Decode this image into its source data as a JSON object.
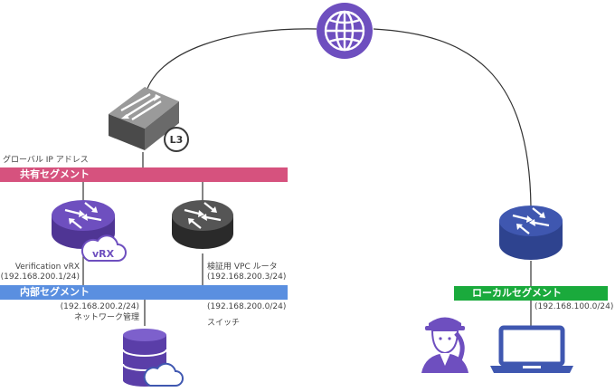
{
  "global_ip_label": "グローバル IP アドレス",
  "segments": {
    "shared": {
      "label": "共有セグメント",
      "color": "#d6527e"
    },
    "internal": {
      "label": "内部セグメント",
      "color": "#5a8fe0"
    },
    "local": {
      "label": "ローカルセグメント",
      "color": "#1aaa3c"
    }
  },
  "devices": {
    "l3_switch": {
      "badge": "L3"
    },
    "vrx_router": {
      "badge": "vRX",
      "name": "Verification vRX",
      "ip": "(192.168.200.1/24)",
      "color": "#6e4fbf"
    },
    "vpc_router": {
      "name": "検証用 VPC ルータ",
      "ip": "(192.168.200.3/24)",
      "color": "#3a3a3a"
    },
    "local_router": {
      "color": "#3f57b0"
    },
    "network_mgmt": {
      "ip": "(192.168.200.2/24)",
      "name": "ネットワーク管理",
      "color": "#6e4fbf"
    }
  },
  "internal_switch": {
    "ip": "(192.168.200.0/24)",
    "name": "スイッチ"
  },
  "local_network": {
    "ip": "(192.168.100.0/24)"
  },
  "colors": {
    "globe": "#6e4fbf",
    "user": "#6e4fbf",
    "laptop": "#3f57b0",
    "cloud": "#3f57b0",
    "line": "#333333"
  },
  "icons": [
    "globe-icon",
    "l3-switch-icon",
    "router-icon",
    "database-icon",
    "cloud-icon",
    "user-icon",
    "laptop-icon"
  ]
}
